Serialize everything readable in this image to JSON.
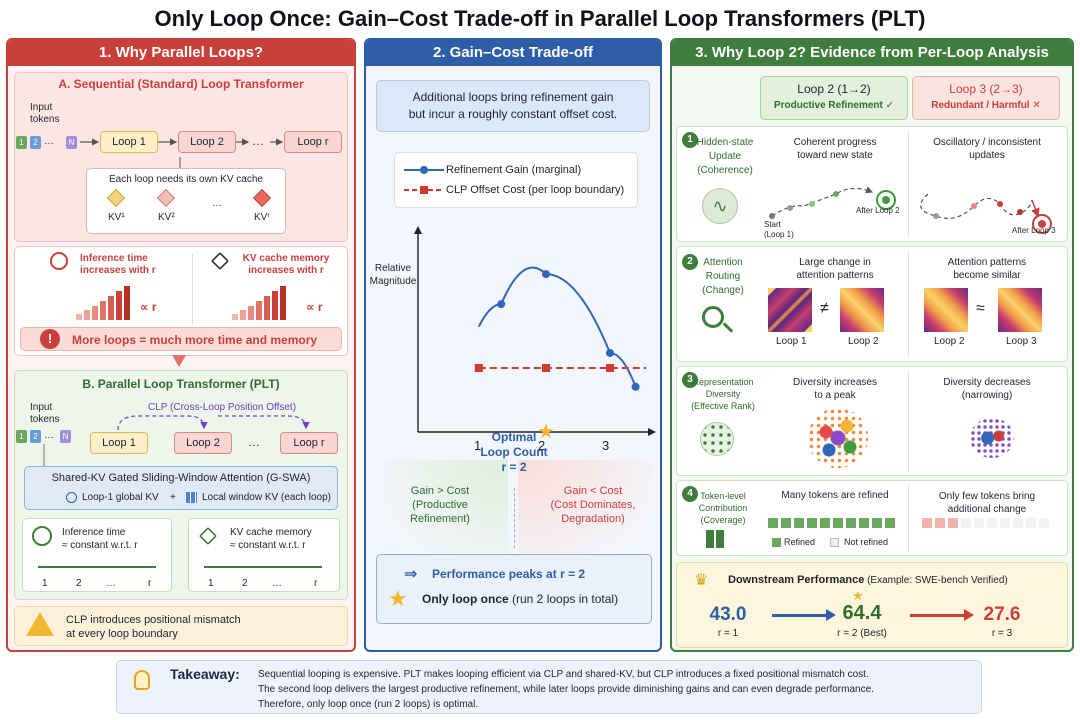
{
  "title": "Only Loop Once: Gain–Cost Trade-off in Parallel Loop Transformers (PLT)",
  "panel1": {
    "header": "1. Why Parallel Loops?",
    "a_title": "A. Sequential (Standard) Loop Transformer",
    "input_tokens": "Input\ntokens",
    "tokens": [
      "1",
      "2",
      "…",
      "N"
    ],
    "loops": [
      "Loop 1",
      "Loop 2",
      "…",
      "Loop r"
    ],
    "kv_title": "Each loop needs its own KV cache",
    "kv_labels": [
      "KV¹",
      "KV²",
      "…",
      "KVʳ"
    ],
    "inference_label": "Inference time\nincreases with r",
    "memory_label": "KV cache memory\nincreases with r",
    "propto": "∝ r",
    "warning": "More loops = much more time and memory",
    "b_title": "B. Parallel Loop Transformer (PLT)",
    "clp_label": "CLP (Cross-Loop Position Offset)",
    "b_loops": [
      "Loop 1",
      "Loop 2",
      "…",
      "Loop r"
    ],
    "gswa": "Shared-KV Gated Sliding-Window Attention (G-SWA)",
    "global_kv": "Loop-1 global KV",
    "plus": "+",
    "local_kv": "Local window KV (each loop)",
    "b_inference": "Inference time\n≈ constant w.r.t. r",
    "b_memory": "KV cache memory\n≈ constant w.r.t. r",
    "axis_ticks": [
      "1",
      "2",
      "…",
      "r"
    ],
    "mismatch": "CLP introduces positional mismatch\nat every loop boundary"
  },
  "panel2": {
    "header": "2. Gain–Cost Trade-off",
    "intro": "Additional loops bring refinement gain\nbut incur a roughly constant offset cost.",
    "legend_gain": "Refinement Gain (marginal)",
    "legend_cost": "CLP Offset Cost (per loop boundary)",
    "ylabel": "Relative\nMagnitude",
    "optimal": "Optimal\nLoop Count\nr = 2",
    "gain_gt": "Gain > Cost\n(Productive\nRefinement)",
    "gain_lt": "Gain < Cost\n(Cost Dominates,\nDegradation)",
    "peak": "Performance peaks at r = 2",
    "only_once": "Only loop once",
    "only_once_rest": " (run 2 loops in total)",
    "colors": {
      "gain": "#2f66b8",
      "cost": "#d23a30"
    }
  },
  "chart_data": {
    "type": "line",
    "x": [
      1,
      2,
      3
    ],
    "xticks": [
      "1",
      "2",
      "3"
    ],
    "ylabel": "Relative\nMagnitude",
    "series": [
      {
        "name": "Refinement Gain (marginal)",
        "points": [
          [
            0.95,
            0.44
          ],
          [
            1.3,
            0.68
          ],
          [
            2,
            1.0
          ],
          [
            3,
            0.16
          ],
          [
            3.4,
            -0.2
          ]
        ]
      },
      {
        "name": "CLP Offset Cost (per loop boundary)",
        "points": [
          [
            0.95,
            0.0
          ],
          [
            2,
            0.0
          ],
          [
            3,
            0.0
          ]
        ]
      }
    ],
    "ylim": [
      -0.7,
      1.15
    ]
  },
  "panel3": {
    "header": "3. Why Loop 2?   Evidence from Per-Loop Analysis",
    "loop2_title": "Loop 2 (1→2)",
    "loop2_sub": "Productive Refinement ✓",
    "loop3_title": "Loop 3 (2→3)",
    "loop3_sub": "Redundant / Harmful ✕",
    "rows": [
      {
        "num": "1",
        "label": "Hidden-state\nUpdate\n(Coherence)",
        "left": "Coherent progress\ntoward new state",
        "right": "Oscillatory / inconsistent\nupdates",
        "l1": "Start\n(Loop 1)",
        "l2": "After Loop 2",
        "r1": "After Loop 3"
      },
      {
        "num": "2",
        "label": "Attention\nRouting\n(Change)",
        "left": "Large change in\nattention patterns",
        "right": "Attention patterns\nbecome similar",
        "l1": "Loop 1",
        "l2": "Loop 2",
        "r1": "Loop 2",
        "r2": "Loop 3",
        "neq": "≠",
        "approx": "≈"
      },
      {
        "num": "3",
        "label": "Representation\nDiversity\n(Effective Rank)",
        "left": "Diversity increases\nto a peak",
        "right": "Diversity decreases\n(narrowing)"
      },
      {
        "num": "4",
        "label": "Token-level\nContribution\n(Coverage)",
        "left": "Many tokens are refined",
        "right": "Only few tokens bring\nadditional change",
        "refined": "Refined",
        "not_refined": "Not refined"
      }
    ],
    "downstream_title": "Downstream Performance",
    "downstream_example": " (Example: SWE-bench Verified)",
    "scores": [
      {
        "value": "43.0",
        "label": "r = 1"
      },
      {
        "value": "64.4",
        "label": "r = 2 (Best)"
      },
      {
        "value": "27.6",
        "label": "r = 3"
      }
    ]
  },
  "takeaway": {
    "label": "Takeaway:",
    "text": "Sequential looping is expensive.  PLT makes looping efficient via CLP and shared-KV, but CLP introduces a fixed positional mismatch cost.\nThe second loop delivers the largest productive refinement, while later loops provide diminishing gains and can even degrade performance.\nTherefore, only loop once (run 2 loops) is optimal."
  }
}
